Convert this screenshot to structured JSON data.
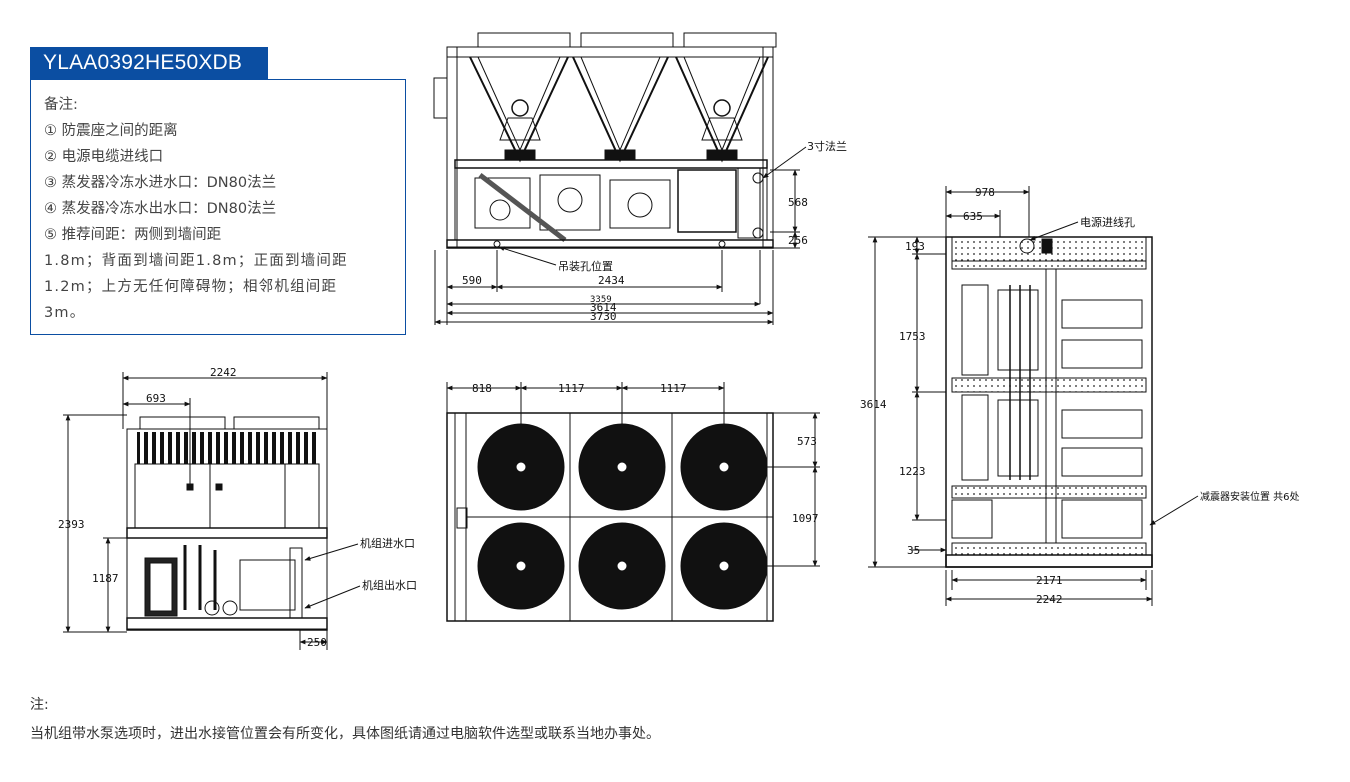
{
  "model": "YLAA0392HE50XDB",
  "notes": {
    "heading": "备注:",
    "items": [
      "① 防震座之间的距离",
      "② 电源电缆进线口",
      "③ 蒸发器冷冻水进水口：DN80法兰",
      "④ 蒸发器冷冻水出水口：DN80法兰",
      "⑤ 推荐间距：两侧到墙间距"
    ],
    "continuation": [
      "1.8m；背面到墙间距1.8m；正面到墙间距",
      "1.2m；上方无任何障碍物；相邻机组间距",
      "3m。"
    ]
  },
  "front_view": {
    "dims": {
      "d590": "590",
      "d2434": "2434",
      "d3359": "3359",
      "d3614": "3614",
      "d3730": "3730",
      "d568": "568",
      "d256": "256"
    },
    "labels": {
      "flange": "3寸法兰",
      "lifting": "吊装孔位置"
    }
  },
  "side_view": {
    "dims": {
      "d2242": "2242",
      "d693": "693",
      "d2393": "2393",
      "d1187": "1187",
      "d250": "250"
    },
    "labels": {
      "inlet": "机组进水口",
      "outlet": "机组出水口"
    }
  },
  "top_view": {
    "dims": {
      "d818": "818",
      "d1117a": "1117",
      "d1117b": "1117",
      "d573": "573",
      "d1097": "1097"
    }
  },
  "plan_view": {
    "dims": {
      "d978": "978",
      "d635": "635",
      "d193": "193",
      "d1753": "1753",
      "d3614": "3614",
      "d1223": "1223",
      "d35": "35",
      "d2171": "2171",
      "d2242": "2242"
    },
    "labels": {
      "power": "电源进线孔",
      "damper": "减震器安装位置  共6处"
    }
  },
  "footer": {
    "label": "注:",
    "text": "当机组带水泵选项时，进出水接管位置会有所变化，具体图纸请通过电脑软件选型或联系当地办事处。"
  }
}
